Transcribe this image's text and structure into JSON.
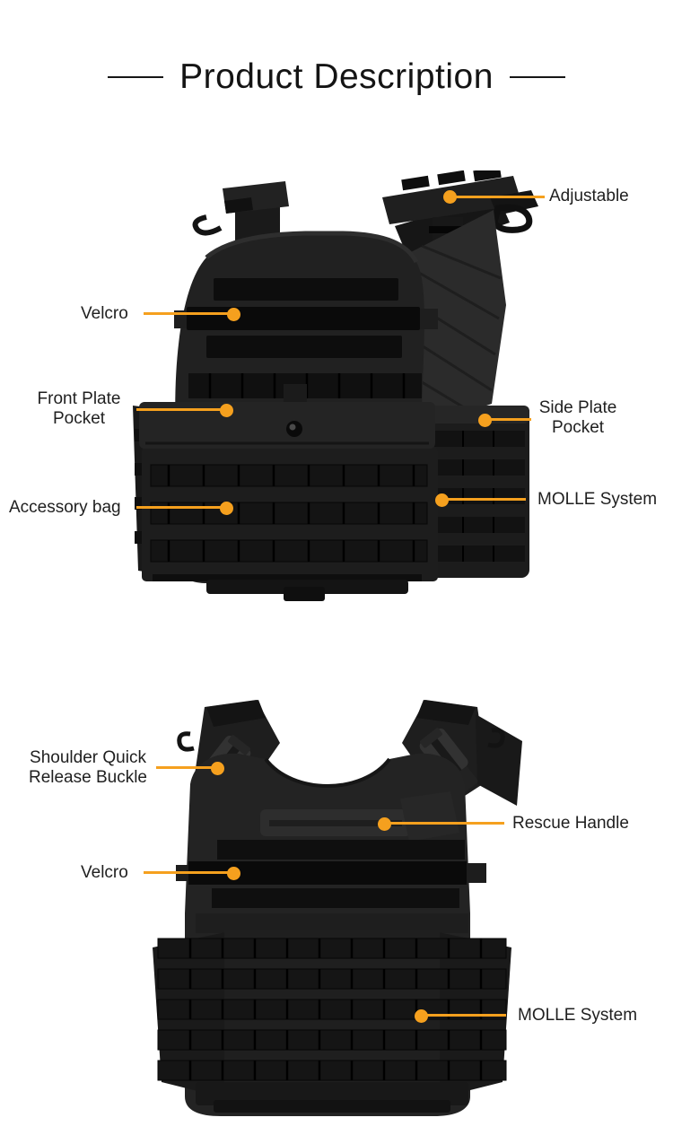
{
  "page": {
    "title": "Product Description",
    "background_color": "#ffffff",
    "accent_color": "#F5A01E",
    "text_color": "#1f1f1f"
  },
  "callouts": {
    "adjustable": "Adjustable",
    "velcro_front": "Velcro",
    "front_plate_pocket": "Front Plate Pocket",
    "side_plate_pocket": "Side Plate Pocket",
    "accessory_bag": "Accessory bag",
    "molle_system_front": "MOLLE System",
    "shoulder_quick_release_buckle": "Shoulder Quick Release Buckle",
    "rescue_handle": "Rescue Handle",
    "velcro_back": "Velcro",
    "molle_system_back": "MOLLE System"
  },
  "figures": {
    "front_vest": "plate carrier vest, front view",
    "back_vest": "plate carrier vest, back view"
  }
}
